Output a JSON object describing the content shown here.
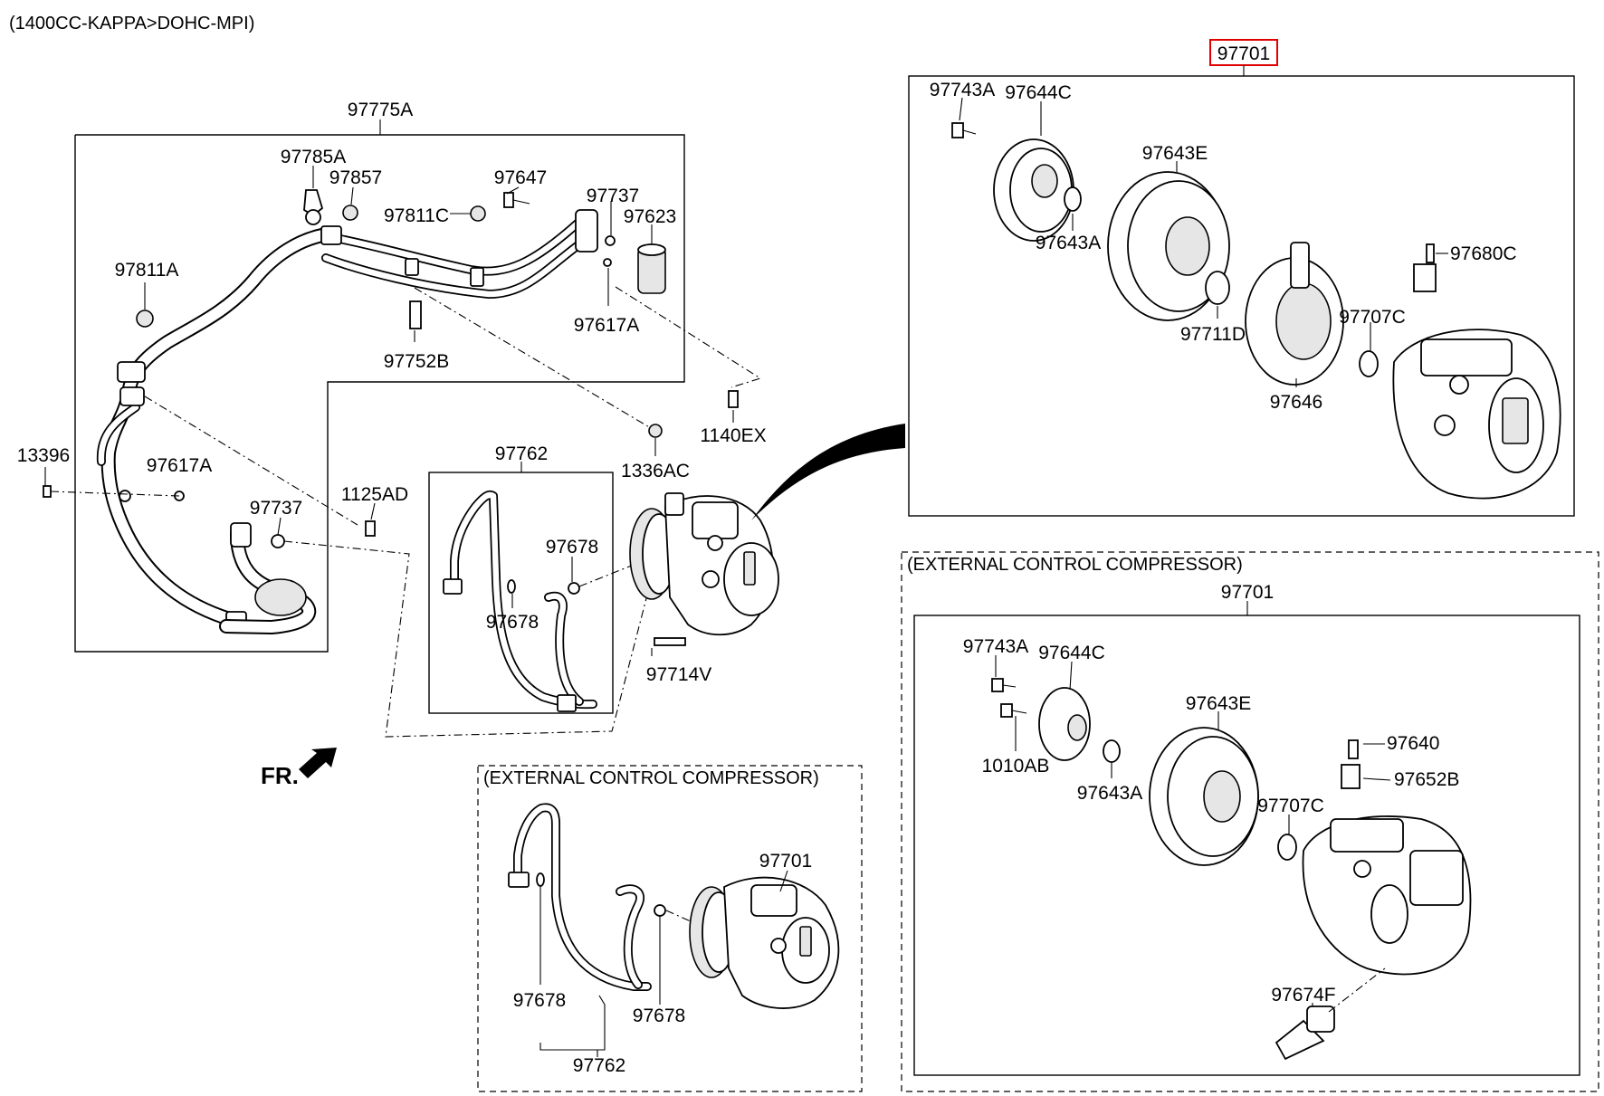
{
  "engine_variant": "(1400CC-KAPPA>DOHC-MPI)",
  "front_indicator": "FR.",
  "highlight_color": "#e00000",
  "sections": {
    "main_compressor_header": "97701",
    "ext_compressor_header": "(EXTERNAL CONTROL COMPRESSOR)",
    "ext_compressor_assy": "97701",
    "ext_hose_header": "(EXTERNAL CONTROL COMPRESSOR)",
    "hose_assy": "97775A",
    "discharge_hose": "97762"
  },
  "labels": {
    "l_97785A": "97785A",
    "l_97857": "97857",
    "l_97647": "97647",
    "l_97737_top": "97737",
    "l_97623": "97623",
    "l_97811C": "97811C",
    "l_97811A": "97811A",
    "l_97617A_top": "97617A",
    "l_97752B": "97752B",
    "l_1140EX": "1140EX",
    "l_1336AC": "1336AC",
    "l_13396": "13396",
    "l_97617A_left": "97617A",
    "l_97737_left": "97737",
    "l_1125AD": "1125AD",
    "l_97678_a": "97678",
    "l_97678_b": "97678",
    "l_97714V": "97714V",
    "l_97743A": "97743A",
    "l_97644C": "97644C",
    "l_97643E": "97643E",
    "l_97643A": "97643A",
    "l_97711D": "97711D",
    "l_97646": "97646",
    "l_97680C": "97680C",
    "l_97707C": "97707C",
    "l_e_97743A": "97743A",
    "l_e_97644C": "97644C",
    "l_e_1010AB": "1010AB",
    "l_e_97643E": "97643E",
    "l_e_97643A": "97643A",
    "l_e_97640": "97640",
    "l_e_97652B": "97652B",
    "l_e_97707C": "97707C",
    "l_e_97674F": "97674F",
    "l_x_97701": "97701",
    "l_x_97678_a": "97678",
    "l_x_97678_b": "97678",
    "l_x_97762": "97762"
  }
}
